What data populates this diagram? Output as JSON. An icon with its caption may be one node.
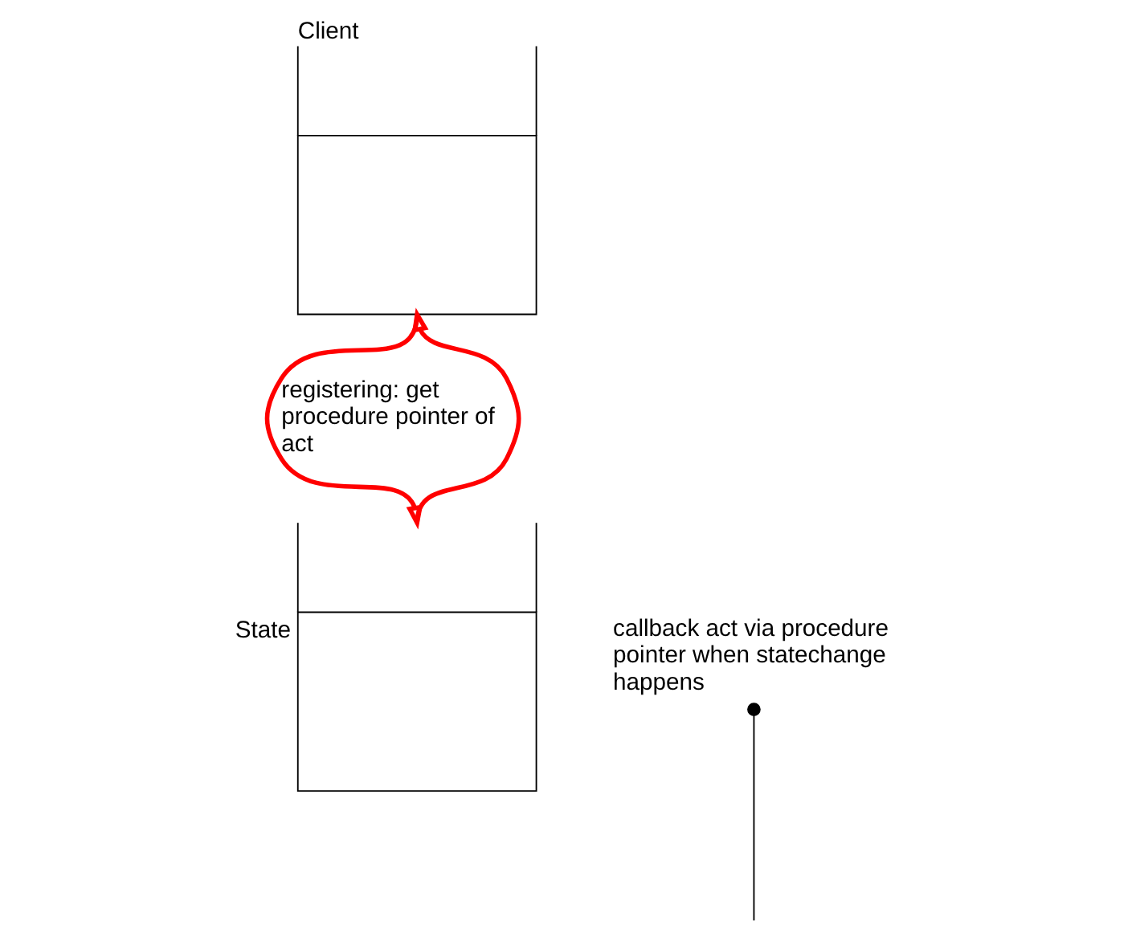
{
  "diagram": {
    "nodes": [
      {
        "text": [
          "Client"
        ]
      },
      {
        "text": [
          "State"
        ]
      },
      {
        "text": [
          "callback act via procedure pointer when statechange happens"
        ]
      }
    ],
    "edges": [
      {
        "from": 0,
        "to": 1,
        "arrow": "to",
        "label": "registering: get procedure pointer of act"
      },
      {
        "from": 1,
        "to": 0,
        "arrow": "to"
      },
      {
        "from": 2,
        "to": null,
        "arrow": "other",
        "color": "#000000"
      }
    ]
  }
}
